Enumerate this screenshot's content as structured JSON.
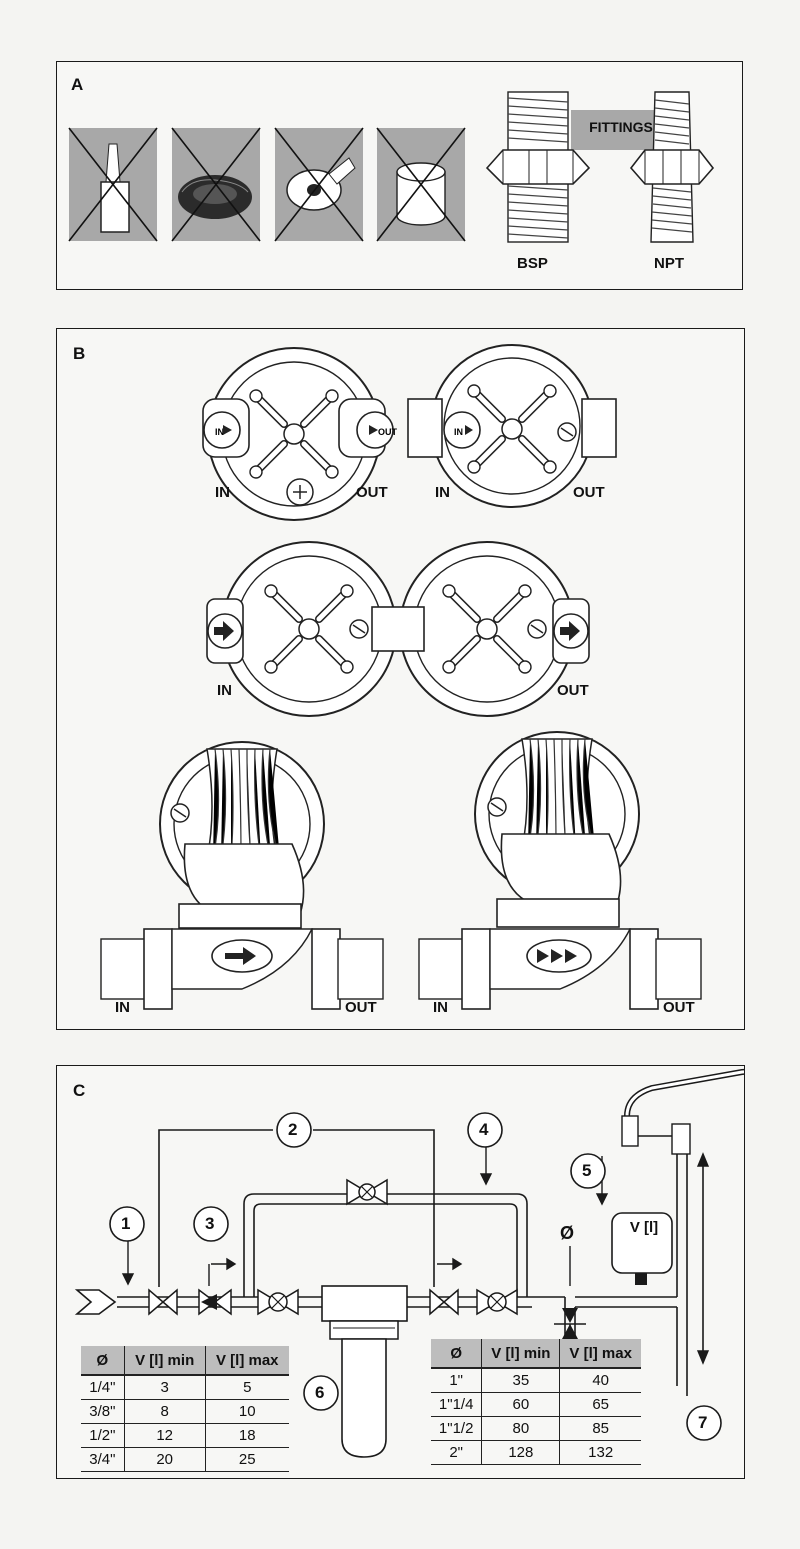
{
  "panel_a": {
    "letter": "A",
    "fittings_label": "FITTINGS",
    "bsp_label": "BSP",
    "npt_label": "NPT"
  },
  "panel_b": {
    "letter": "B",
    "in_label": "IN",
    "out_label": "OUT",
    "valve_in_text": "IN",
    "valve_out_text": "OUT"
  },
  "panel_c": {
    "letter": "C",
    "callouts": [
      "1",
      "2",
      "3",
      "4",
      "5",
      "6",
      "7"
    ],
    "diameter_symbol": "Ø",
    "tank_label": "V [l]",
    "table_left": {
      "headers": [
        "Ø",
        "V [l] min",
        "V [l] max"
      ],
      "rows": [
        [
          "1/4\"",
          "3",
          "5"
        ],
        [
          "3/8\"",
          "8",
          "10"
        ],
        [
          "1/2\"",
          "12",
          "18"
        ],
        [
          "3/4\"",
          "20",
          "25"
        ]
      ]
    },
    "table_right": {
      "headers": [
        "Ø",
        "V [l] min",
        "V [l] max"
      ],
      "rows": [
        [
          "1\"",
          "35",
          "40"
        ],
        [
          "1\"1/4",
          "60",
          "65"
        ],
        [
          "1\"1/2",
          "80",
          "85"
        ],
        [
          "2\"",
          "128",
          "132"
        ]
      ]
    }
  },
  "colors": {
    "line": "#1a1a1a",
    "grey_fill": "#a9a9a9",
    "paper": "#f4f4f2"
  }
}
